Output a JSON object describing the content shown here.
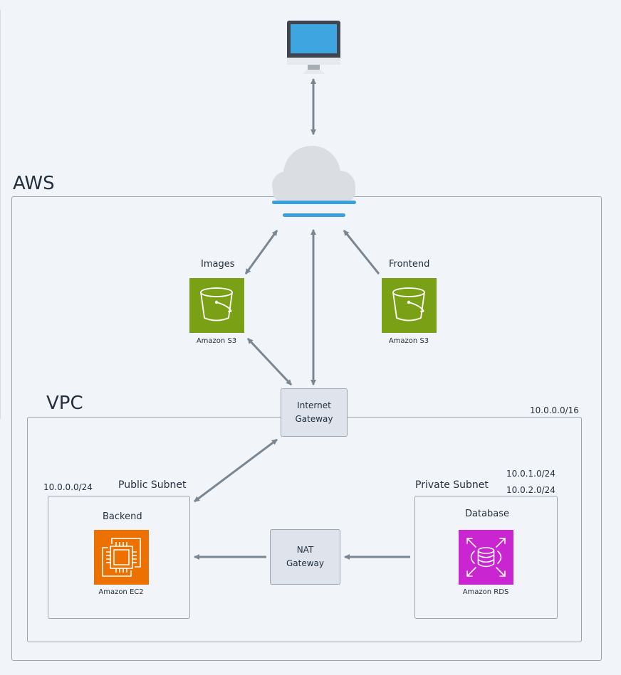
{
  "aws": {
    "label": "AWS"
  },
  "vpc": {
    "label": "VPC",
    "cidr": "10.0.0.0/16"
  },
  "images_bucket": {
    "title": "Images",
    "service": "Amazon S3"
  },
  "frontend_bucket": {
    "title": "Frontend",
    "service": "Amazon S3"
  },
  "internet_gateway": {
    "line1": "Internet",
    "line2": "Gateway"
  },
  "nat_gateway": {
    "line1": "NAT",
    "line2": "Gateway"
  },
  "public_subnet": {
    "label": "Public Subnet",
    "cidr": "10.0.0.0/24",
    "title": "Backend",
    "service": "Amazon EC2"
  },
  "private_subnet": {
    "label": "Private Subnet",
    "cidr1": "10.0.1.0/24",
    "cidr2": "10.0.2.0/24",
    "title": "Database",
    "service": "Amazon RDS"
  },
  "colors": {
    "s3": "#7aa116",
    "ec2": "#ed7100",
    "rds": "#c925d1",
    "arrow": "#7b8693",
    "cloud_line": "#3b9fdc"
  },
  "icons": [
    "computer-icon",
    "cloud-icon",
    "s3-bucket-icon",
    "ec2-chip-icon",
    "rds-database-icon"
  ]
}
